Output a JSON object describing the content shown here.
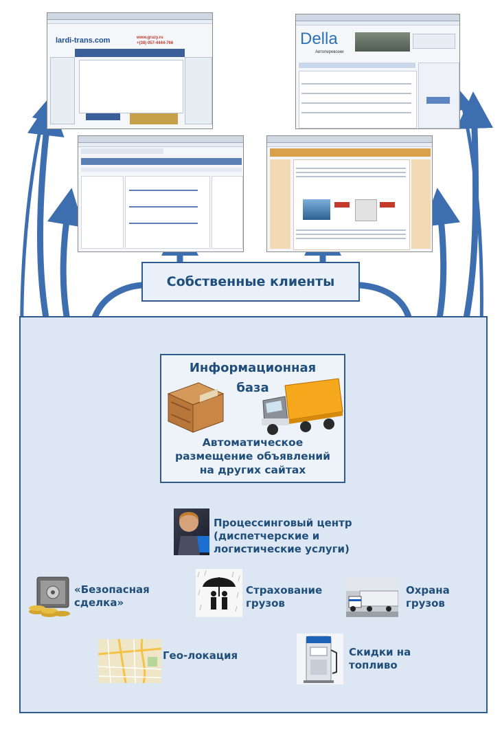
{
  "screenshots": {
    "top_left": {
      "logo": "lardi-trans.com",
      "site": "www.gruzy.ru",
      "phone": "+(38) 057-4444-766"
    },
    "top_right": {
      "logo": "Della",
      "subtitle": "Автоперевозки"
    },
    "mid_left": {},
    "mid_right": {}
  },
  "clients_box": {
    "label": "Собственные клиенты"
  },
  "info_base": {
    "title_line1": "Информационная",
    "title_line2": "база",
    "subtitle_line1": "Автоматическое",
    "subtitle_line2": "размещение объявлений",
    "subtitle_line3": "на других сайтах"
  },
  "services": {
    "processing": {
      "line1": "Процессинговый центр",
      "line2": "(диспетчерские и",
      "line3": "логистические услуги)"
    },
    "safe_deal": {
      "line1": "«Безопасная",
      "line2": "сделка»"
    },
    "insurance": {
      "line1": "Страхование",
      "line2": "грузов"
    },
    "security": {
      "line1": "Охрана",
      "line2": "грузов"
    },
    "geo": {
      "line1": "Гео-локация"
    },
    "fuel": {
      "line1": "Скидки на",
      "line2": "топливо"
    }
  },
  "colors": {
    "accent": "#1f4e7a",
    "arrow": "#3d6eb0",
    "panel": "#dde7f3",
    "border": "#2f5a8e"
  }
}
